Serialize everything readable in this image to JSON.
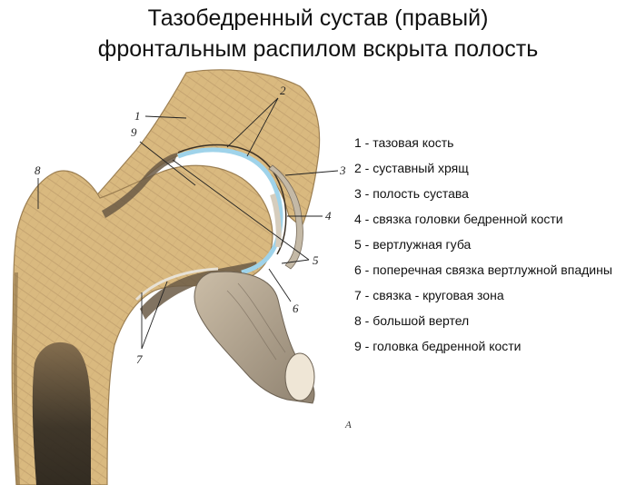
{
  "title": {
    "line1": "Тазобедренный сустав (правый)",
    "line2": "фронтальным распилом вскрыта полость"
  },
  "legend": [
    "1 - тазовая кость",
    "2 - суставный хрящ",
    "3 - полость сустава",
    "4 - связка головки бедренной кости",
    "5 - вертлужная губа",
    "6 - поперечная связка вертлужной впадины",
    "7 - связка - круговая зона",
    "8 - большой вертел",
    "9 - головка бедренной кости"
  ],
  "callouts": {
    "n1": "1",
    "n2": "2",
    "n3": "3",
    "n4": "4",
    "n5": "5",
    "n6": "6",
    "n7": "7",
    "n8": "8",
    "n9": "9"
  },
  "figure_letter": "A",
  "colors": {
    "bone": "#d8b77c",
    "bone_dark": "#a98a55",
    "cartilage": "#9fd3ea",
    "marrow": "#3a3228",
    "ligament": "#b0a08a"
  }
}
